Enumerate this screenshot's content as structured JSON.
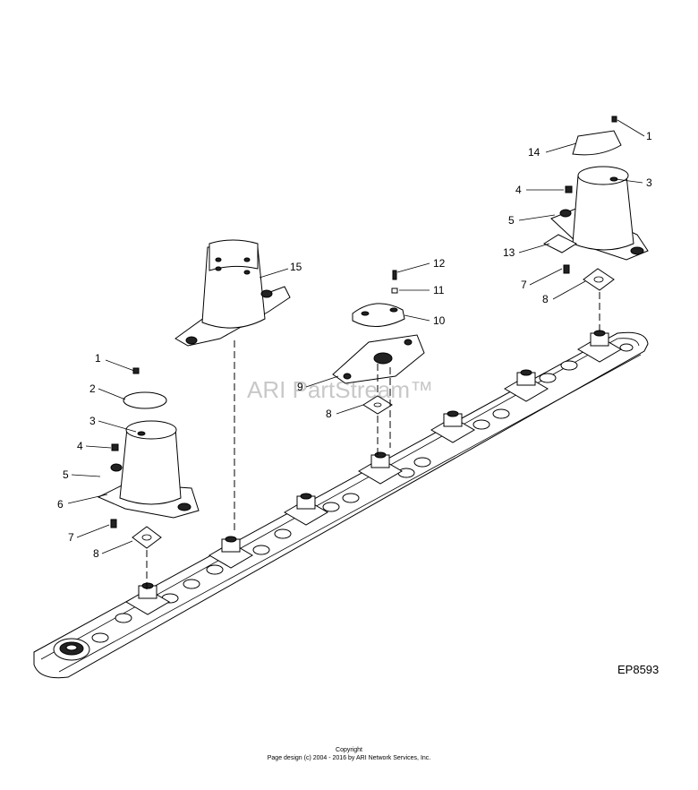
{
  "watermark": "ARI PartStream™",
  "diagram_code": "EP8593",
  "footer": {
    "line1": "Copyright",
    "line2": "Page design (c) 2004 - 2016 by ARI Network Services, Inc."
  },
  "callouts": {
    "a1": "1",
    "a2": "2",
    "a3": "3",
    "a4": "4",
    "a5": "5",
    "a6": "6",
    "a7": "7",
    "a8": "8",
    "b9": "9",
    "b8": "8",
    "b10": "10",
    "b11": "11",
    "b12": "12",
    "c15": "15",
    "d1": "1",
    "d14": "14",
    "d3": "3",
    "d4": "4",
    "d5": "5",
    "d13": "13",
    "d7": "7",
    "d8": "8"
  }
}
